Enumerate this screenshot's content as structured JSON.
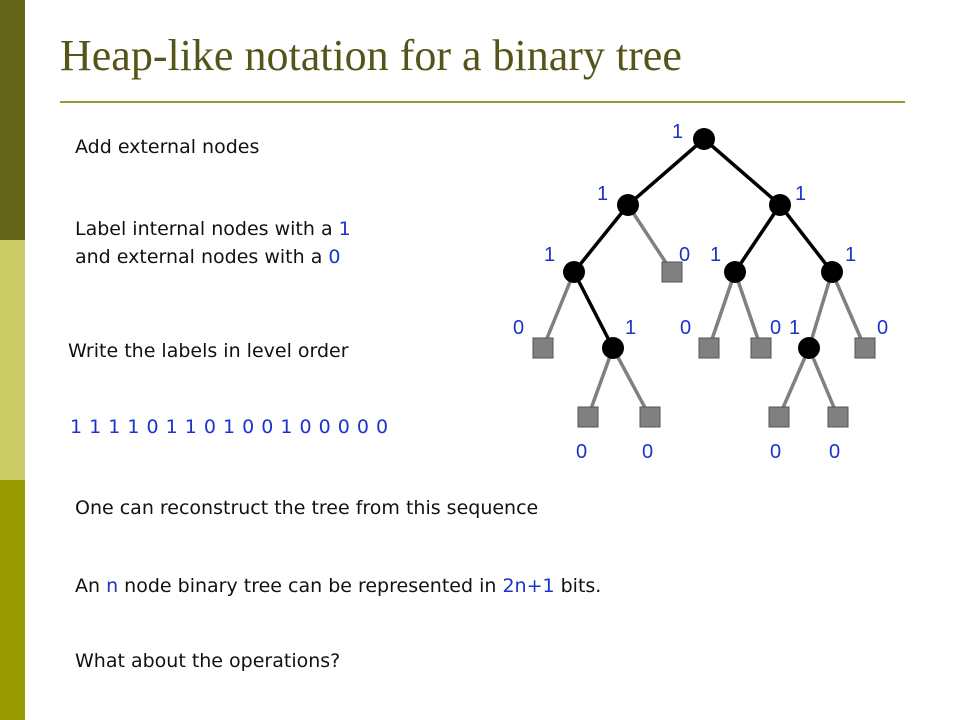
{
  "title": "Heap-like notation for a binary tree",
  "line_add": "Add external nodes",
  "line_label": {
    "a": "Label internal nodes with a ",
    "a_val": "1",
    "b": "and external nodes with a ",
    "b_val": "0"
  },
  "line_level": "Write the labels in level order",
  "sequence": "1 1 1 1 0 1 1 0 1 0 0 1 0 0 0 0 0",
  "line_reconstruct": "One can reconstruct the tree from this sequence",
  "line_bits": {
    "a": "An ",
    "n": "n",
    "b": " node binary tree can be represented in ",
    "formula": "2n+1",
    "c": " bits."
  },
  "line_ops": "What about the operations?",
  "tree_labels": {
    "n1": "1",
    "n2": "1",
    "n3": "1",
    "n4": "1",
    "e5": "0",
    "n6": "1",
    "n7": "1",
    "e8": "0",
    "n9": "1",
    "e12": "0",
    "e13": "0",
    "n14": "1",
    "e15": "0",
    "e18": "0",
    "e19": "0",
    "e28": "0",
    "e29": "0"
  },
  "colors": {
    "internal_node": "#000000",
    "external_node": "#808080",
    "label": "#1a33cc",
    "title": "#55551a"
  }
}
